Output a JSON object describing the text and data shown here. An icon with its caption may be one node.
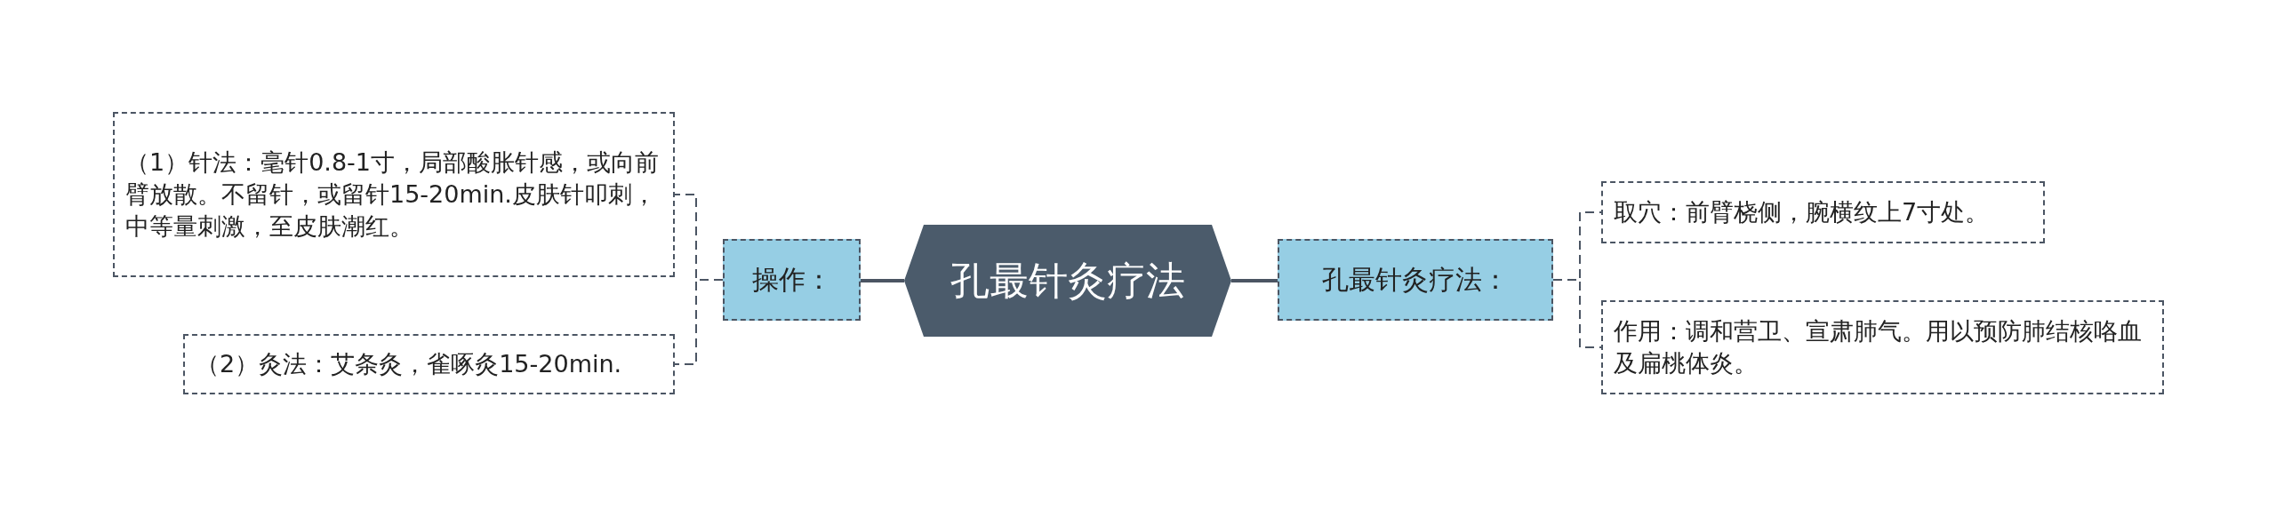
{
  "diagram": {
    "nodes": [
      {
        "text": [
          "孔最针灸疗法"
        ]
      },
      {
        "text": [
          "操作："
        ]
      },
      {
        "text": [
          "（1）针法：毫针0.8-1寸，局部酸胀针感，或向前臂放散。不留针，或留针15-20min.皮肤针叩刺，中等量刺激，至皮肤潮红。"
        ]
      },
      {
        "text": [
          "（2）灸法：艾条灸，雀啄灸15-20min."
        ]
      },
      {
        "text": [
          "孔最针灸疗法："
        ]
      },
      {
        "text": [
          "取穴：前臂桡侧，腕横纹上7寸处。"
        ]
      },
      {
        "text": [
          "作用：调和营卫、宣肃肺气。用以预防肺结核咯血及扁桃体炎。"
        ]
      }
    ],
    "edges": [
      {
        "from": 0,
        "to": 1,
        "arrow": "none"
      },
      {
        "from": 1,
        "to": 2,
        "arrow": "none",
        "style": "dashed"
      },
      {
        "from": 1,
        "to": 3,
        "arrow": "none",
        "style": "dashed"
      },
      {
        "from": 0,
        "to": 4,
        "arrow": "none"
      },
      {
        "from": 4,
        "to": 5,
        "arrow": "none",
        "style": "dashed"
      },
      {
        "from": 4,
        "to": 6,
        "arrow": "none",
        "style": "dashed"
      }
    ]
  }
}
